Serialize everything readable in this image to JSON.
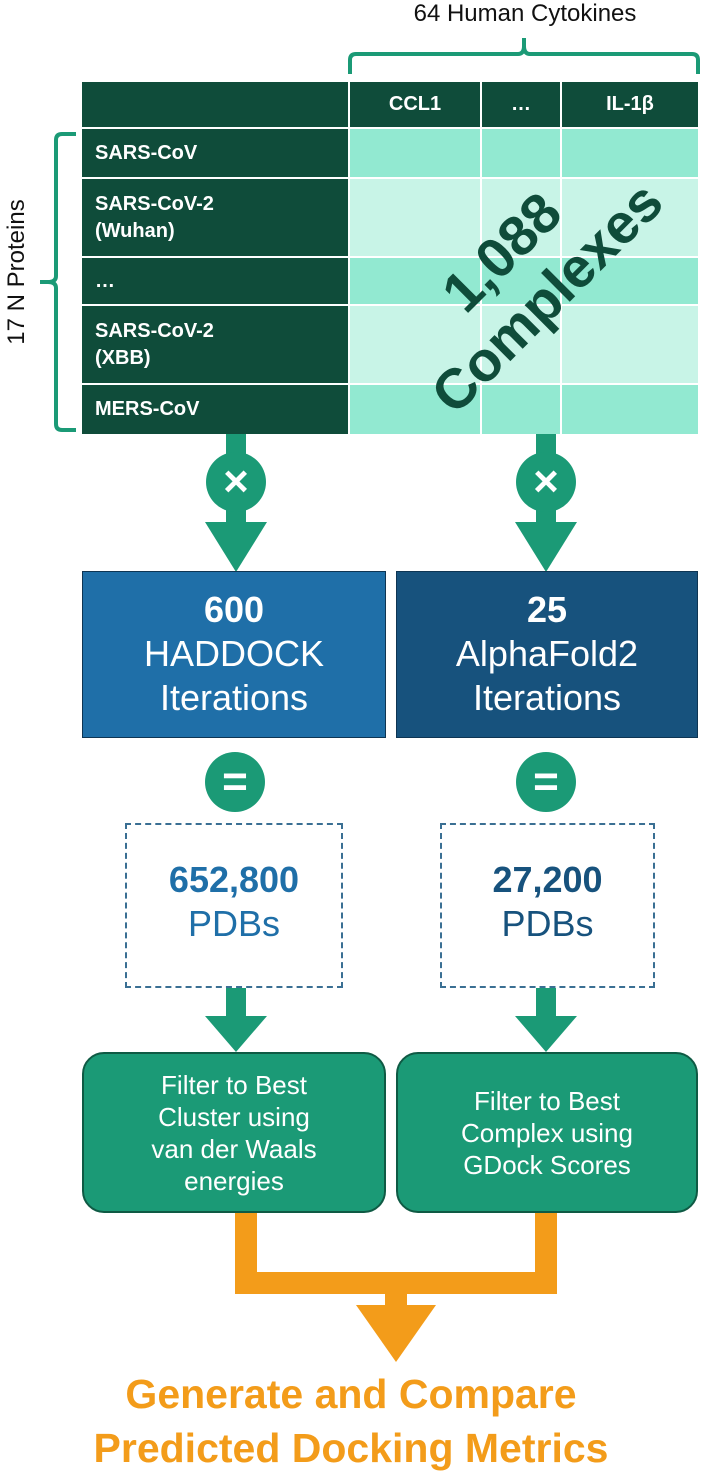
{
  "top_label": "64 Human Cytokines",
  "side_label": "17 N Proteins",
  "table": {
    "columns": [
      "CCL1",
      "…",
      "IL-1β"
    ],
    "rows": [
      "SARS-CoV",
      "SARS-CoV-2 (Wuhan)",
      "…",
      "SARS-CoV-2 (XBB)",
      "MERS-CoV"
    ],
    "overlay_line1": "1,088",
    "overlay_line2": "Complexes"
  },
  "operators": {
    "multiply": "×",
    "equals": "="
  },
  "haddock": {
    "count": "600",
    "name": "HADDOCK",
    "suffix": "Iterations",
    "pdb_count": "652,800",
    "pdb_unit": "PDBs",
    "filter_text": "Filter to Best Cluster using van der Waals energies"
  },
  "alphafold": {
    "count": "25",
    "name": "AlphaFold2",
    "suffix": "Iterations",
    "pdb_count": "27,200",
    "pdb_unit": "PDBs",
    "filter_text": "Filter to Best Complex using GDock Scores"
  },
  "final": {
    "line1": "Generate and Compare",
    "line2": "Predicted Docking Metrics"
  },
  "colors": {
    "dark_green": "#0f4c3a",
    "teal": "#1b9a76",
    "light_cell": "#c8f4e7",
    "mid_cell": "#92e9d1",
    "haddock_blue": "#1f6fa8",
    "alphafold_blue": "#17527d",
    "orange": "#f39c1a"
  }
}
